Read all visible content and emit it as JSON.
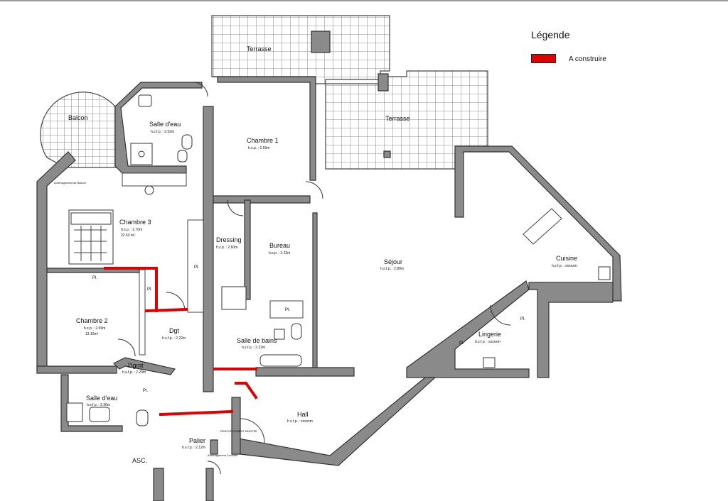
{
  "colors": {
    "to_build": "#e00000",
    "wall": "#8a8a8a",
    "background": "#ffffff"
  },
  "legend": {
    "title": "Légende",
    "item": "A construire"
  },
  "rooms": {
    "terrasse_1": {
      "name": "Terrasse"
    },
    "terrasse_2": {
      "name": "Terrasse"
    },
    "balcon": {
      "name": "Balcon"
    },
    "salle_deau_1": {
      "name": "Salle d'eau",
      "area": "h.s.f.p. : 2.52m"
    },
    "chambre_1": {
      "name": "Chambre 1",
      "area": "h.s.p. : 2.59m"
    },
    "chambre_3": {
      "name": "Chambre 3",
      "area": "h.s.p. : 2.70m",
      "area2": "22.63 m²"
    },
    "dressing": {
      "name": "Dressing",
      "area": "h.s.p. : 2.60m"
    },
    "bureau": {
      "name": "Bureau",
      "area": "h.s.p. : 2.22m"
    },
    "sejour": {
      "name": "Séjour",
      "area": "h.s.f.p. : 2.89m"
    },
    "cuisine": {
      "name": "Cuisine",
      "area": "h.s.f.p. : xxxxxm"
    },
    "chambre_2": {
      "name": "Chambre 2",
      "area": "h.s.p. : 2.69m",
      "area2": "13.16m²"
    },
    "dgt": {
      "name": "Dgt",
      "area": "h.s.f.p. : 2.22m"
    },
    "salle_de_bains": {
      "name": "Salle de bains",
      "area": "h.s.f.p. : 2.22m"
    },
    "lingerie": {
      "name": "Lingerie",
      "area": "h.s.f.p. : xxxxxm"
    },
    "dgmt": {
      "name": "Dgmt",
      "area": "h.s.f.p. : 2.20m"
    },
    "salle_deau_2": {
      "name": "Salle d'eau",
      "area": "h.s.f.p. : 2.30m"
    },
    "hall": {
      "name": "Hall",
      "area": "h.s.f.p. : xxxxxm"
    },
    "palier": {
      "name": "Palier",
      "area": "h.s.f.p. : 2.12m"
    },
    "asc": {
      "name": "ASC."
    }
  },
  "placards": [
    "Pl.",
    "Pl.",
    "Pl.",
    "Pl.",
    "Pl.",
    "Pl.",
    "Pl."
  ],
  "notes": {
    "n1": "Aménagement de Balcon",
    "n2": "RENFORCEMENT MONTÉE",
    "n3": "Aménagement Contrôle"
  }
}
